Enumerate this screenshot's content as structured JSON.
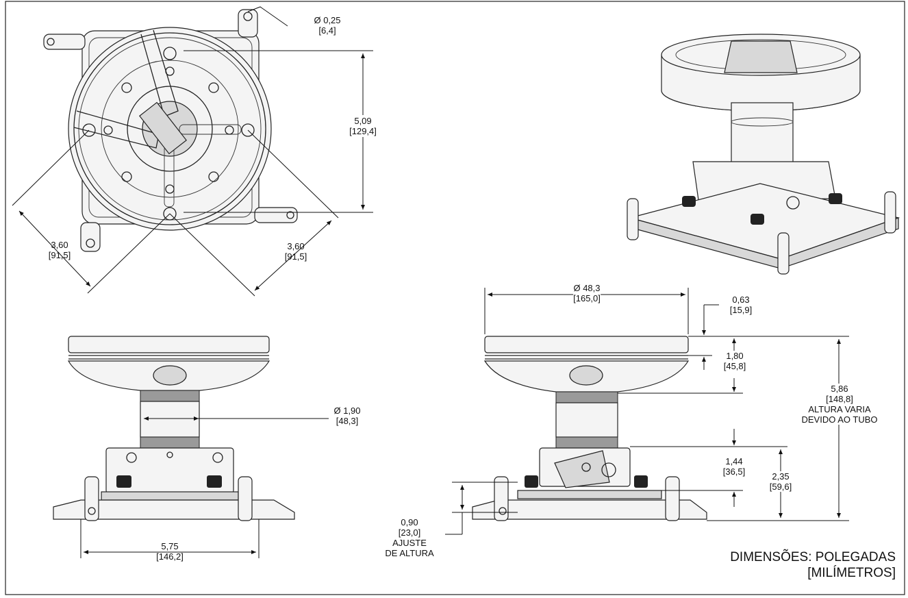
{
  "top_view": {
    "hole": {
      "inch": "Ø 0,25",
      "mm": "[6,4]"
    },
    "height": {
      "inch": "5,09",
      "mm": "[129,4]"
    },
    "diag_left": {
      "inch": "3,60",
      "mm": "[91,5]"
    },
    "diag_right": {
      "inch": "3,60",
      "mm": "[91,5]"
    }
  },
  "front_view": {
    "tube": {
      "inch": "Ø 1,90",
      "mm": "[48,3]"
    },
    "base_width": {
      "inch": "5,75",
      "mm": "[146,2]"
    }
  },
  "side_view": {
    "plate_diameter": {
      "inch": "Ø 48,3",
      "mm": "[165,0]"
    },
    "rim": {
      "inch": "0,63",
      "mm": "[15,9]"
    },
    "dome": {
      "inch": "1,80",
      "mm": "[45,8]"
    },
    "overall": {
      "inch": "5,86",
      "mm": "[148,8]",
      "note1": "ALTURA VARIA",
      "note2": "DEVIDO AO TUBO"
    },
    "clamp": {
      "inch": "1,44",
      "mm": "[36,5]"
    },
    "lower": {
      "inch": "2,35",
      "mm": "[59,6]"
    },
    "adjust": {
      "inch": "0,90",
      "mm": "[23,0]",
      "note1": "AJUSTE",
      "note2": "DE ALTURA"
    }
  },
  "legend": {
    "line1": "DIMENSÕES:  POLEGADAS",
    "line2": "[MILÍMETROS]"
  }
}
